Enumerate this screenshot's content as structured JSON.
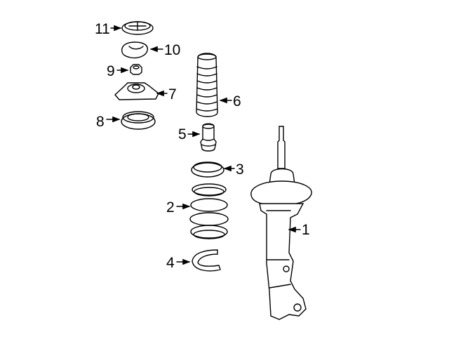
{
  "callouts": [
    {
      "number": "1",
      "part": "strut"
    },
    {
      "number": "2",
      "part": "coil-spring"
    },
    {
      "number": "3",
      "part": "spring-seat"
    },
    {
      "number": "4",
      "part": "spring-clip"
    },
    {
      "number": "5",
      "part": "bump-stop"
    },
    {
      "number": "6",
      "part": "dust-boot"
    },
    {
      "number": "7",
      "part": "strut-mount"
    },
    {
      "number": "8",
      "part": "bearing"
    },
    {
      "number": "9",
      "part": "nut"
    },
    {
      "number": "10",
      "part": "upper-cover"
    },
    {
      "number": "11",
      "part": "cap"
    }
  ]
}
